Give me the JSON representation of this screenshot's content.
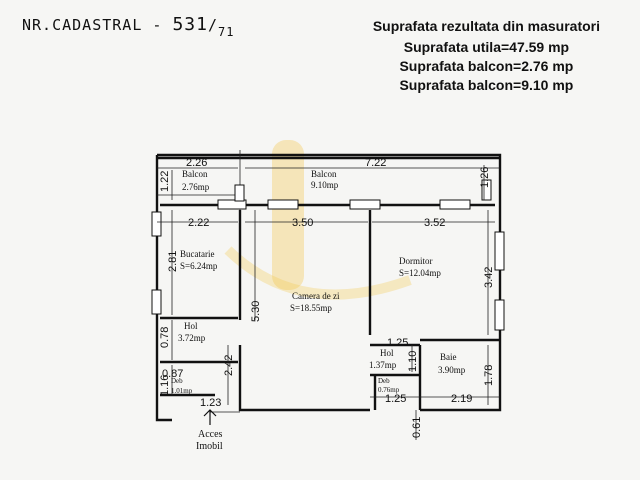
{
  "cadastral": {
    "label": "NR.CADASTRAL -",
    "number": "531",
    "sub": "71"
  },
  "summary": {
    "heading": "Suprafata rezultata din masuratori",
    "useful": "Suprafata utila=47.59 mp",
    "balcony1": "Suprafata balcon=2.76 mp",
    "balcony2": "Suprafata balcon=9.10 mp"
  },
  "rooms": {
    "balcon_small": {
      "name": "Balcon",
      "area": "2.76mp"
    },
    "balcon_large": {
      "name": "Balcon",
      "area": "9.10mp"
    },
    "bucatarie": {
      "name": "Bucatarie",
      "area": "S=6.24mp"
    },
    "dormitor": {
      "name": "Dormitor",
      "area": "S=12.04mp"
    },
    "camera": {
      "name": "Camera de zi",
      "area": "S=18.55mp"
    },
    "hol_left": {
      "name": "Hol",
      "area": "3.72mp"
    },
    "hol_right": {
      "name": "Hol",
      "area": "1.37mp"
    },
    "baie": {
      "name": "Baie",
      "area": "3.90mp"
    },
    "deb_left": {
      "name": "Deb",
      "area": "1.01mp"
    },
    "deb_right": {
      "name": "Deb",
      "area": "0.76mp"
    }
  },
  "dimensions": {
    "d_226": "2.26",
    "d_722": "7.22",
    "d_222": "2.22",
    "d_350": "3.50",
    "d_352": "3.52",
    "d_125a": "1.25",
    "d_125b": "1.25",
    "d_219": "2.19",
    "d_123": "1.23",
    "d_122": "1.22",
    "d_126": "1.26",
    "d_281": "2.81",
    "d_530": "5.30",
    "d_342": "3.42",
    "d_078": "0.78",
    "d_087": "0.87",
    "d_116": "1.16",
    "d_242": "2.42",
    "d_110": "1.10",
    "d_178": "1.78",
    "d_061": "0.61"
  },
  "access": {
    "line1": "Acces",
    "line2": "Imobil"
  }
}
